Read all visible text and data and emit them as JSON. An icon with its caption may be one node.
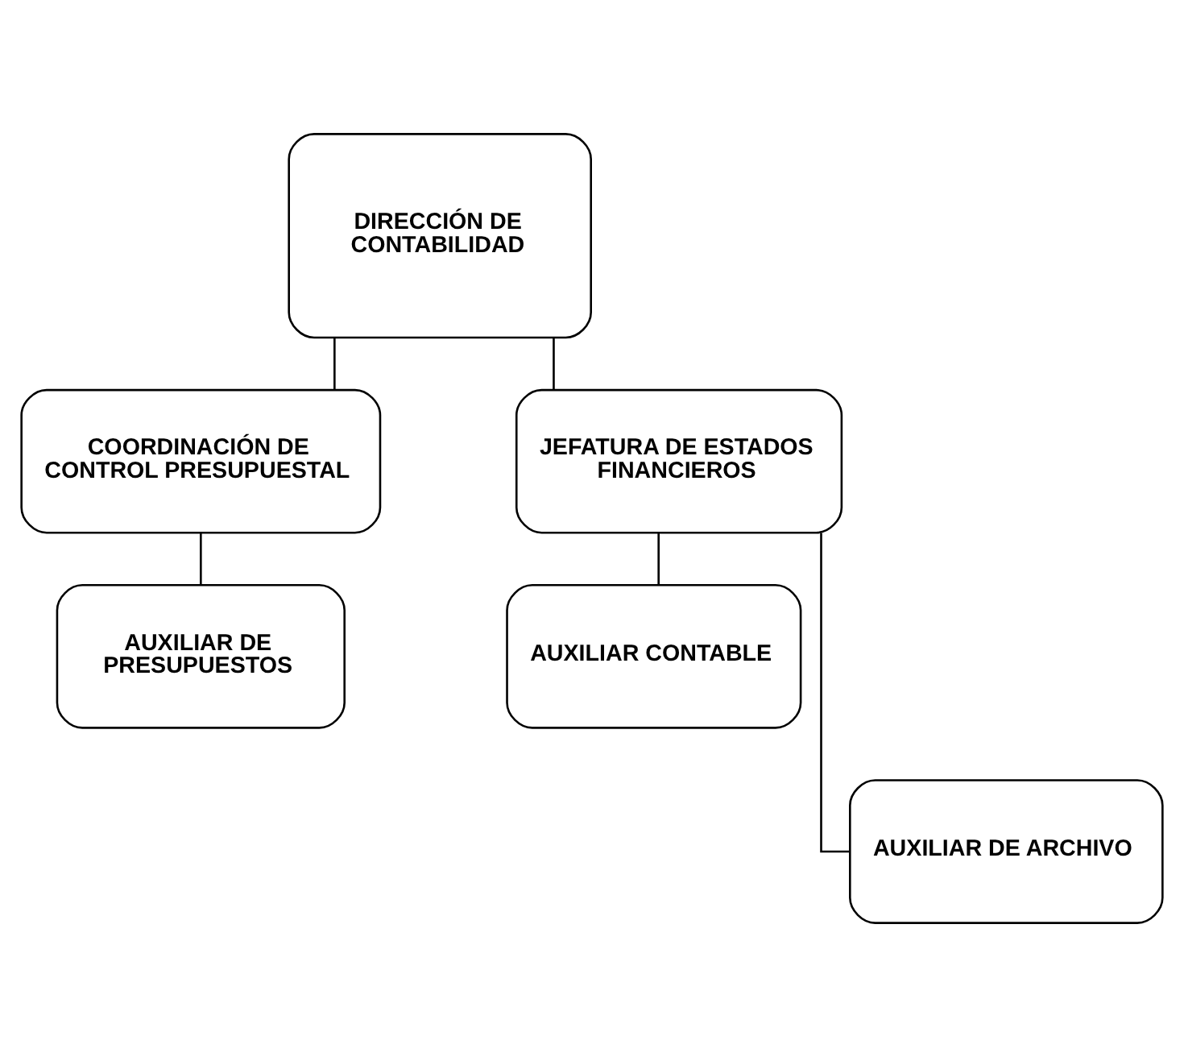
{
  "diagram": {
    "nodes": [
      {
        "text": [
          "DIRECCIÓN DE CONTABILIDAD"
        ]
      },
      {
        "text": [
          "COORDINACIÓN DE CONTROL PRESUPUESTAL"
        ]
      },
      {
        "text": [
          "AUXILIAR DE PRESUPUESTOS"
        ]
      },
      {
        "text": [
          "JEFATURA DE ESTADOS FINANCIEROS"
        ]
      },
      {
        "text": [
          "AUXILIAR CONTABLE"
        ]
      },
      {
        "text": [
          "AUXILIAR DE ARCHIVO"
        ]
      }
    ],
    "edges": [
      {
        "from": 0,
        "to": 1,
        "arrow": "none"
      },
      {
        "from": 0,
        "to": 3,
        "arrow": "none"
      },
      {
        "from": 1,
        "to": 2,
        "arrow": "none"
      },
      {
        "from": 3,
        "to": 4,
        "arrow": "none"
      },
      {
        "from": 3,
        "to": 5,
        "arrow": "none"
      }
    ]
  }
}
